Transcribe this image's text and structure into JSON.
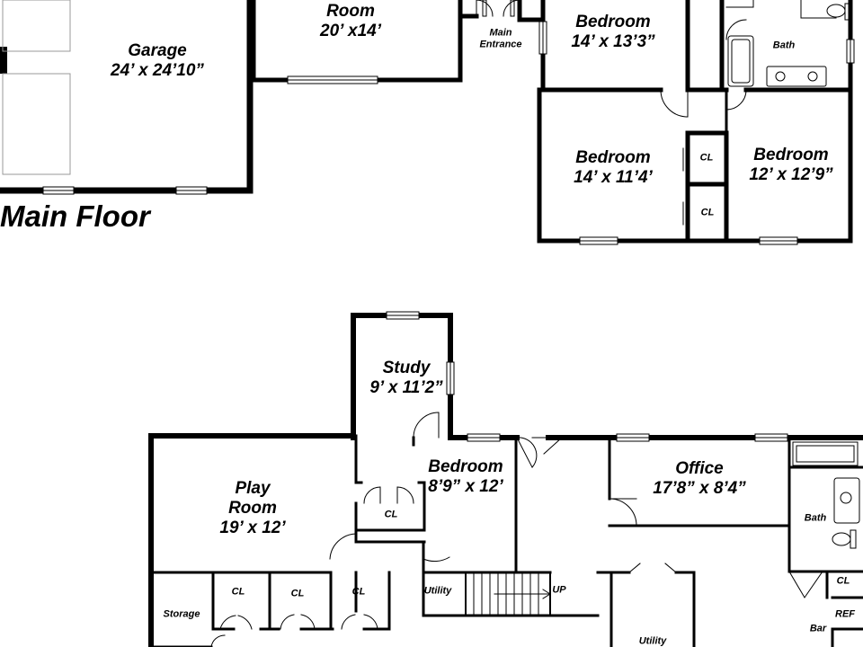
{
  "floor_title": "Main Floor",
  "rooms": {
    "garage": {
      "name": "Garage",
      "dims": "24’ x 24’10”"
    },
    "room_top": {
      "name": "Room",
      "dims": "20’ x14’"
    },
    "main_entrance": {
      "line1": "Main",
      "line2": "Entrance"
    },
    "bedroom_tl": {
      "name": "Bedroom",
      "dims": "14’ x 13’3”"
    },
    "bath_top": {
      "name": "Bath"
    },
    "bedroom_ml": {
      "name": "Bedroom",
      "dims": "14’ x 11’4’"
    },
    "bedroom_mr": {
      "name": "Bedroom",
      "dims": "12’ x 12’9”"
    },
    "cl_upper_1": {
      "name": "CL"
    },
    "cl_upper_2": {
      "name": "CL"
    },
    "study": {
      "name": "Study",
      "dims": "9’ x 11’2”"
    },
    "play_room": {
      "line1": "Play",
      "line2": "Room",
      "dims": "19’ x 12’"
    },
    "bedroom_lower": {
      "name": "Bedroom",
      "dims": "8’9” x 12’"
    },
    "office": {
      "name": "Office",
      "dims": "17’8” x 8’4”"
    },
    "bath_lower": {
      "name": "Bath"
    },
    "cl_lower_1": {
      "name": "CL"
    },
    "cl_lower_2": {
      "name": "CL"
    },
    "cl_lower_3": {
      "name": "CL"
    },
    "cl_lower_4": {
      "name": "CL"
    },
    "cl_lower_5": {
      "name": "CL"
    },
    "storage": {
      "name": "Storage"
    },
    "utility_small": {
      "name": "Utility"
    },
    "stairs_up": {
      "name": "UP"
    },
    "utility_big": {
      "name": "Utility"
    },
    "bar": {
      "name": "Bar"
    },
    "ref": {
      "name": "REF"
    }
  }
}
